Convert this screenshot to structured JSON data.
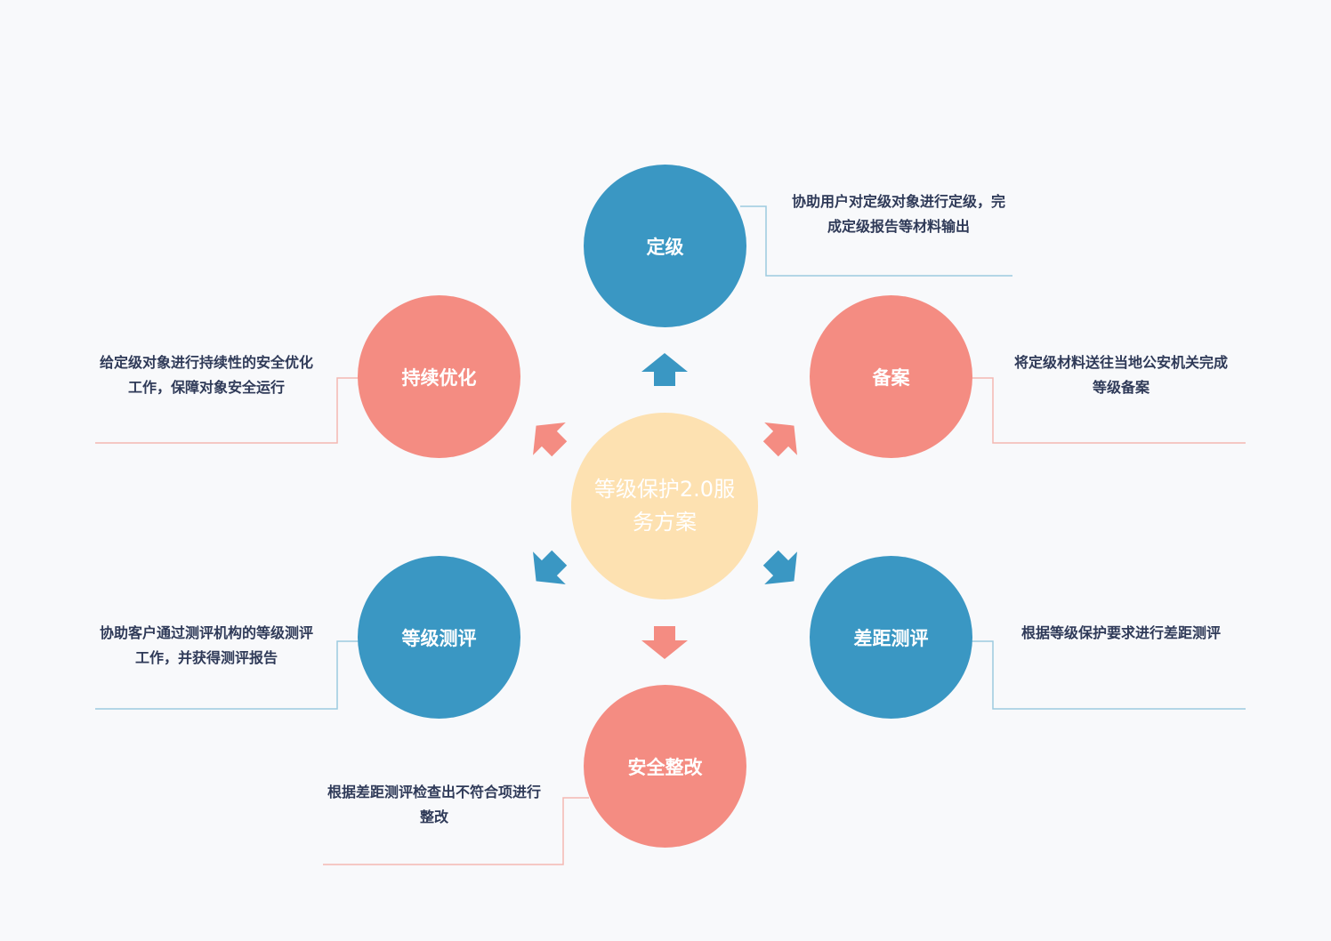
{
  "center": {
    "label": "等级保护2.0服务方案",
    "color": "#fde1b1"
  },
  "colors": {
    "blue": "#3a97c3",
    "pink": "#f48c82",
    "line_blue": "#9ccbe0",
    "line_pink": "#f4b8b2"
  },
  "nodes": [
    {
      "label": "定级",
      "desc": "协助用户对定级对象进行定级，完成定级报告等材料输出",
      "color": "blue"
    },
    {
      "label": "备案",
      "desc": "将定级材料送往当地公安机关完成等级备案",
      "color": "pink"
    },
    {
      "label": "差距测评",
      "desc": "根据等级保护要求进行差距测评",
      "color": "blue"
    },
    {
      "label": "安全整改",
      "desc": "根据差距测评检查出不符合项进行整改",
      "color": "pink"
    },
    {
      "label": "等级测评",
      "desc": "协助客户通过测评机构的等级测评工作，并获得测评报告",
      "color": "blue"
    },
    {
      "label": "持续优化",
      "desc": "给定级对象进行持续性的安全优化工作，保障对象安全运行",
      "color": "pink"
    }
  ]
}
